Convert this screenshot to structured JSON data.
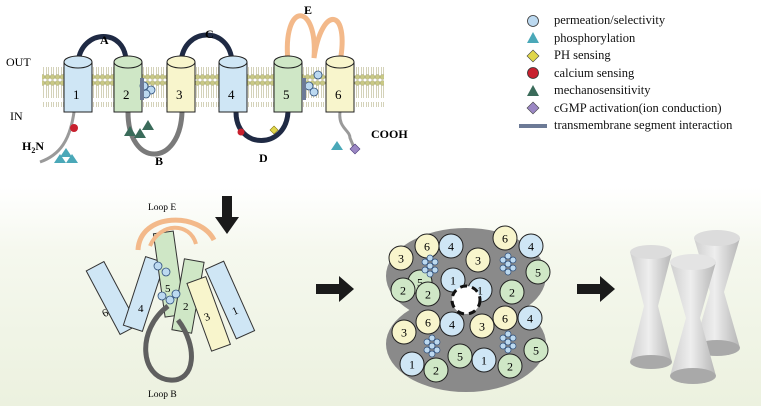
{
  "diagram": {
    "side_labels": {
      "out": "OUT",
      "in": "IN"
    },
    "helix_numbers": [
      "1",
      "2",
      "3",
      "4",
      "5",
      "6"
    ],
    "loop_letters": {
      "a": "A",
      "b": "B",
      "c": "C",
      "d": "D",
      "e": "E"
    },
    "termini": {
      "n": "H",
      "n_sub": "2",
      "n_end": "N",
      "c": "COOH"
    },
    "loop_captions": {
      "e": "Loop E",
      "b": "Loop B"
    },
    "colors": {
      "helix1": "#cfe6f5",
      "helix2": "#cfe7c6",
      "helix3": "#f8f5cc",
      "helix4": "#cfe6f5",
      "helix5": "#cfe7c6",
      "helix6": "#f8f5cc",
      "loop_dark": "#1f2a44",
      "loop_orange": "#f3b98a",
      "loop_grey": "#7a7a7a",
      "membrane": "#d4d6a0"
    }
  },
  "legend": {
    "items": [
      {
        "label": "permeation/selectivity",
        "marker": "circle-light-blue",
        "color": "#bcd9f0"
      },
      {
        "label": "phosphorylation",
        "marker": "triangle-teal",
        "color": "#4aa8b8"
      },
      {
        "label": "PH sensing",
        "marker": "diamond-yellow",
        "color": "#e0d64a"
      },
      {
        "label": "calcium sensing",
        "marker": "circle-red",
        "color": "#c8202e"
      },
      {
        "label": "mechanosensitivity",
        "marker": "triangle-dark-green",
        "color": "#3a6b5a"
      },
      {
        "label": "cGMP activation(ion conduction)",
        "marker": "diamond-purple",
        "color": "#9b87c4"
      },
      {
        "label": "transmembrane segment interaction",
        "marker": "bar-slate",
        "color": "#6c7a96"
      }
    ]
  }
}
